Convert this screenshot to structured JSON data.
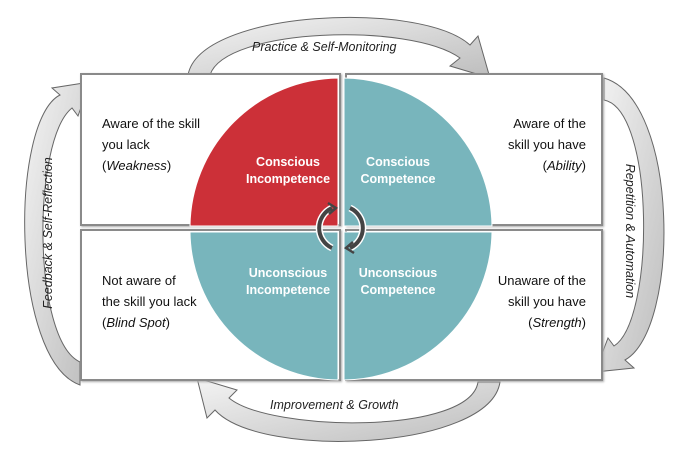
{
  "colors": {
    "red": "#cc3038",
    "teal": "#78b5bc",
    "arrow_fill": "#d6d6d6",
    "arrow_stroke": "#666666"
  },
  "cycle": {
    "top": "Practice & Self-Monitoring",
    "right": "Repetition & Automation",
    "bottom": "Improvement & Growth",
    "left": "Feedback & Self-Reflection"
  },
  "quadrants": [
    {
      "line1": "Conscious",
      "line2": "Incompetence",
      "desc1": "Aware of the skill",
      "desc2": "you lack",
      "desc_paren": "Weakness"
    },
    {
      "line1": "Conscious",
      "line2": "Competence",
      "desc1": "Aware of the",
      "desc2": "skill you have",
      "desc_paren": "Ability"
    },
    {
      "line1": "Unconscious",
      "line2": "Incompetence",
      "desc1": "Not aware of",
      "desc2": "the skill you lack",
      "desc_paren": "Blind Spot"
    },
    {
      "line1": "Unconscious",
      "line2": "Competence",
      "desc1": "Unaware of the",
      "desc2": "skill you have",
      "desc_paren": "Strength"
    }
  ]
}
